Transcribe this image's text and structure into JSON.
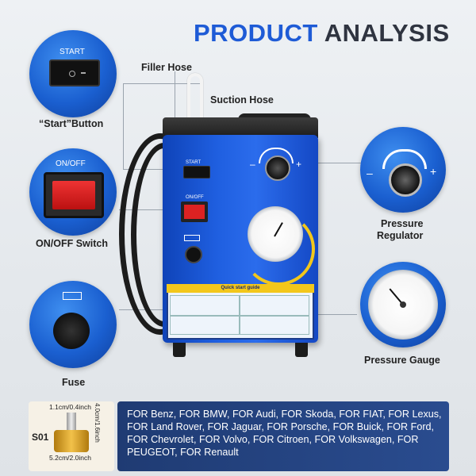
{
  "header": {
    "title_part1": "PRODUCT",
    "title_part2": "ANALYSIS"
  },
  "callouts": {
    "filler_hose": "Filler Hose",
    "suction_hose": "Suction Hose",
    "start_button": "“Start”Button",
    "onoff_switch": "ON/OFF Switch",
    "fuse": "Fuse",
    "pressure_regulator_line1": "Pressure",
    "pressure_regulator_line2": "Regulator",
    "pressure_gauge": "Pressure Gauge"
  },
  "panel": {
    "start_label": "START",
    "onoff_label": "ON/OFF",
    "minus": "–",
    "plus": "+",
    "guide_title": "Quick start guide"
  },
  "adapter": {
    "code": "S01",
    "dim_top": "1.1cm/0.4inch",
    "dim_side": "4.0cm/1.6inch",
    "dim_bottom": "5.2cm/2.0inch"
  },
  "compatibility_text": "FOR Benz, FOR BMW, FOR Audi, FOR Skoda, FOR FIAT, FOR Lexus, FOR Land Rover, FOR Jaguar, FOR Porsche, FOR Buick, FOR Ford, FOR Chevrolet, FOR Volvo, FOR Citroen, FOR Volkswagen, FOR PEUGEOT, FOR Renault",
  "colors": {
    "accent": "#1e5bd6",
    "device_blue": "#1f5fe0",
    "dark": "#2f3440",
    "compat_bg": "#2a4c8f",
    "gold": "#d9a21a"
  }
}
